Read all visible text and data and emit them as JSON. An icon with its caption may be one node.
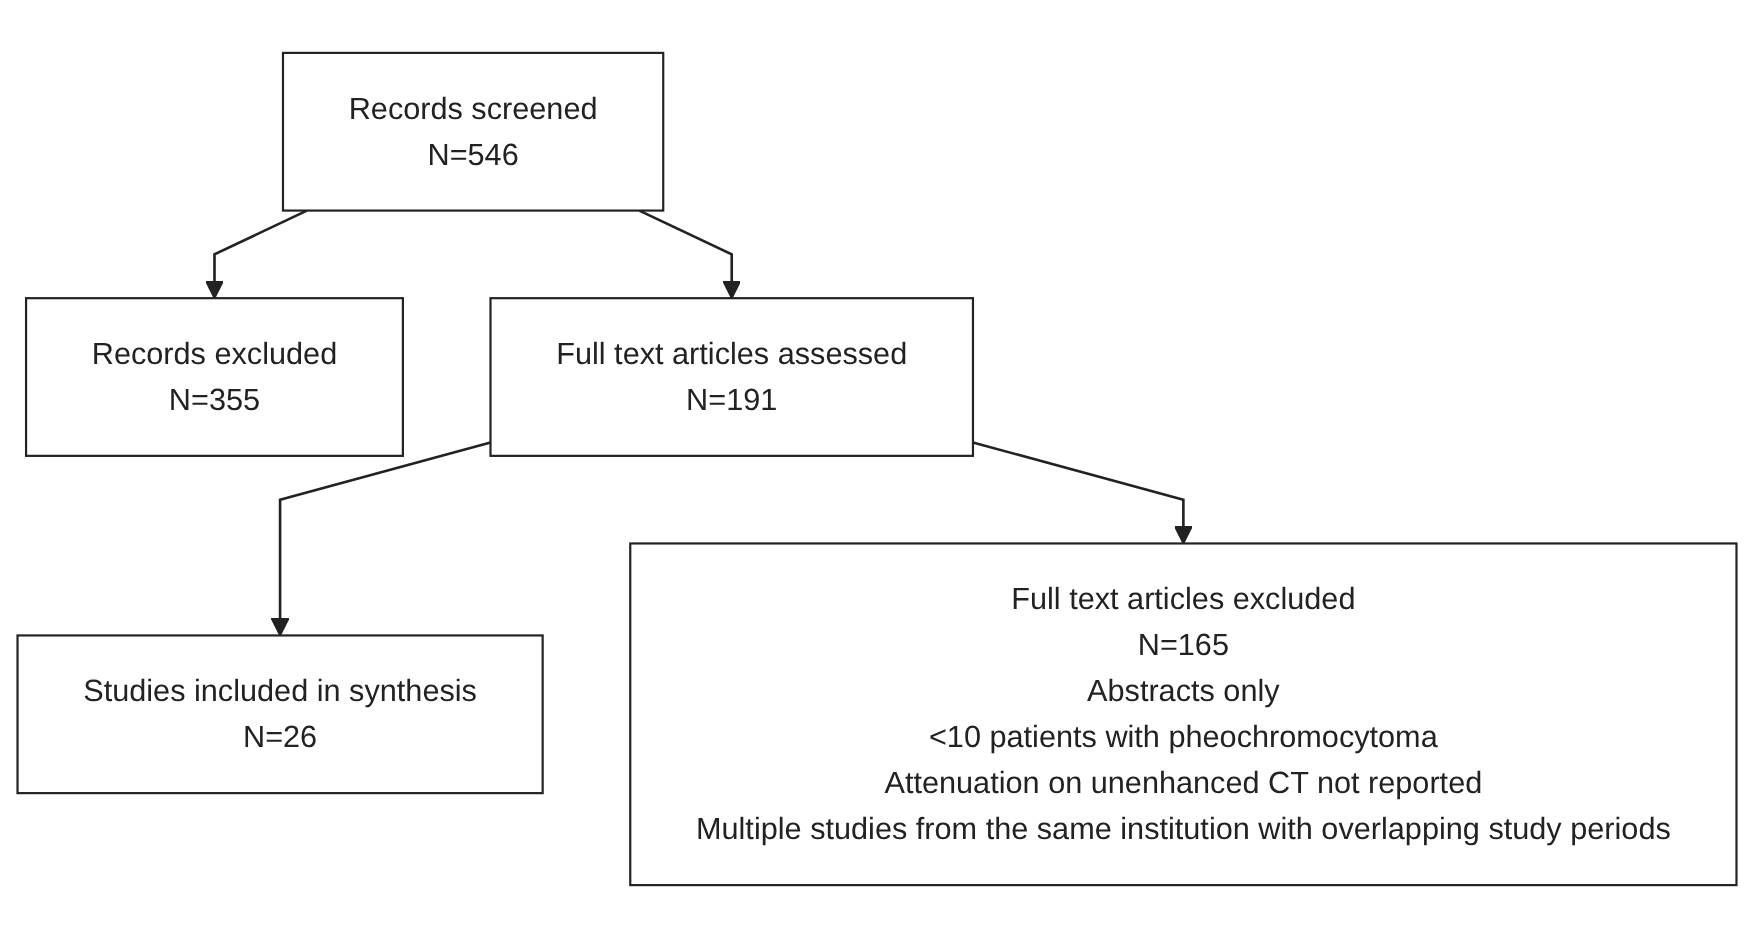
{
  "diagram": {
    "nodes": [
      {
        "text": [
          "Records screened",
          "N=546"
        ]
      },
      {
        "text": [
          "Records excluded",
          "N=355"
        ]
      },
      {
        "text": [
          "Full text articles assessed",
          "N=191"
        ]
      },
      {
        "text": [
          "Full text articles excluded",
          "N=165",
          "Abstracts only",
          "<10 patients with pheochromocytoma",
          "Attenuation on unenhanced CT not reported",
          "Multiple studies from the same institution with overlapping study periods"
        ]
      },
      {
        "text": [
          "Studies included in synthesis",
          "N=26"
        ]
      }
    ],
    "edges": [
      {
        "from": 0,
        "to": 2,
        "arrow": "to"
      },
      {
        "from": 0,
        "to": 1,
        "arrow": "to"
      },
      {
        "from": 2,
        "to": 4,
        "arrow": "to"
      },
      {
        "from": 2,
        "to": 3,
        "arrow": "to"
      }
    ]
  }
}
